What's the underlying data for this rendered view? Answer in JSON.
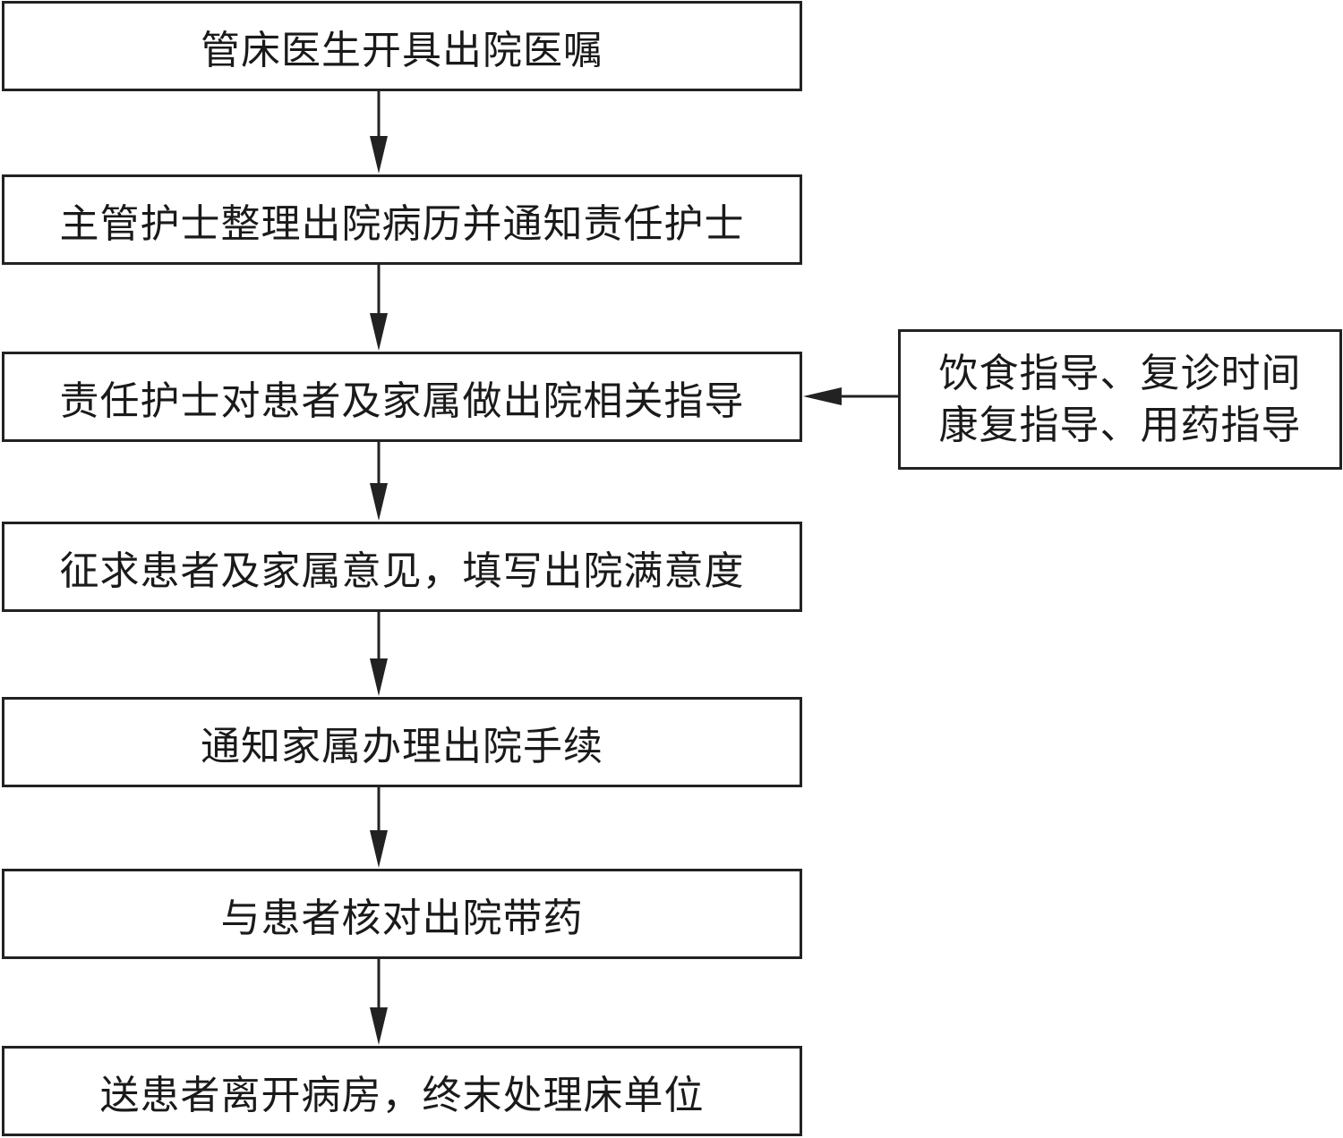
{
  "flowchart": {
    "steps": [
      {
        "id": "s1",
        "label": "管床医生开具出院医嘱"
      },
      {
        "id": "s2",
        "label": "主管护士整理出院病历并通知责任护士"
      },
      {
        "id": "s3",
        "label": "责任护士对患者及家属做出院相关指导"
      },
      {
        "id": "s4",
        "label": "征求患者及家属意见，填写出院满意度"
      },
      {
        "id": "s5",
        "label": "通知家属办理出院手续"
      },
      {
        "id": "s6",
        "label": "与患者核对出院带药"
      },
      {
        "id": "s7",
        "label": "送患者离开病房，终末处理床单位"
      }
    ],
    "side_note": {
      "target": "s3",
      "lines": [
        "饮食指导、复诊时间",
        "康复指导、用药指导"
      ]
    },
    "colors": {
      "stroke": "#222222",
      "text": "#1a1a1a",
      "background": "#ffffff"
    }
  }
}
